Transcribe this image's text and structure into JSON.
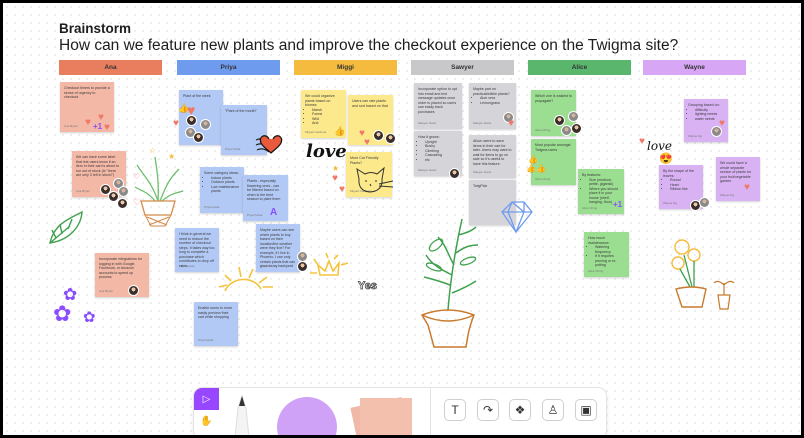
{
  "board": {
    "title": "Brainstorm",
    "question": "How can we feature new plants and improve the checkout experience on the Twigma site?"
  },
  "columns": [
    {
      "name": "Ana",
      "color": "#e87e5e"
    },
    {
      "name": "Priya",
      "color": "#6f9bef"
    },
    {
      "name": "Miggi",
      "color": "#f5bb3e"
    },
    {
      "name": "Sawyer",
      "color": "#c8c8cb"
    },
    {
      "name": "Alice",
      "color": "#5ab66d"
    },
    {
      "name": "Wayne",
      "color": "#d7a6f5"
    }
  ],
  "stickies": {
    "ana": [
      {
        "text": "Checkout timers to provide a sense of urgency to checkout",
        "author": "Ana Bryan"
      },
      {
        "text": "We can have some label that lets users know if an item in their cart is about to run out of stock (ie \"there are only 3 left in stock!\")",
        "author": "Ana Bryan"
      },
      {
        "text": "Incorporate integrations for logging in with Google, Facebook, or Amazon accounts to speed up process",
        "author": "Ana Bryan"
      }
    ],
    "priya": [
      {
        "text": "Plant of the week",
        "author": ""
      },
      {
        "text": "\"Plant of the month\"",
        "author": "Priya Kotak"
      },
      {
        "text": "Some category ideas:",
        "list": [
          "Indoor plants",
          "Outdoor plants",
          "Low maintenance plants"
        ],
        "author": "Priya Kotak"
      },
      {
        "text": "Plants - especially flowering ones - can be filtered based on when is the best season to plant them",
        "author": "Priya Kotak"
      },
      {
        "text": "I think in general we need to reduce the number of checkout steps. It takes way too long to complete a purchase which contributes to drop off rates.",
        "author": "Priya Kotak"
      },
      {
        "text": "Maybe users can see which plants to buy based on their location/the weather were they live? For example, if I live in Phoenix, I can only certain plants that can grow in my backyard",
        "author": "Priya Kotak"
      },
      {
        "text": "Enable users to more easily preview their cart while shopping",
        "author": "Priya Kotak"
      }
    ],
    "miggi": [
      {
        "text": "We could organize plants based on biomes",
        "list": [
          "Marsh",
          "Forest",
          "Wild",
          "Arid"
        ],
        "author": "Miguel Cardona"
      },
      {
        "text": "Users can rate plants and sort based on that",
        "author": ""
      },
      {
        "text": "More Cat Friendly Plants?",
        "author": "Miguel Cardona"
      }
    ],
    "sawyer": [
      {
        "text": "Incorporate option to opt into email and text message updates once order is placed so users can easily track purchases",
        "author": "Sawyer Hood"
      },
      {
        "text": "Maybe part on practical/edible plants?",
        "list": [
          "Aloe vera",
          "Lemongrass"
        ],
        "author": "Sawyer Hood"
      },
      {
        "text": "How it grows:",
        "list": [
          "Upright",
          "Bushy",
          "Climbing",
          "Cascading",
          "etc"
        ],
        "author": "Sawyer Hood"
      },
      {
        "text": "Allow users to save items in their cart for later. Users may want to wait for items to go on sale so it's useful to have this feature.",
        "author": "Sawyer Hood"
      },
      {
        "text": "TwigPick",
        "author": ""
      }
    ],
    "alice": [
      {
        "text": "Which one is easiest to propagate?",
        "author": "Alice Ching"
      },
      {
        "text": "Most popular amongst Twigma users",
        "author": "Alice Ching"
      },
      {
        "text": "By features:",
        "list": [
          "Size (medium, petite, gigantic)",
          "Where you should place it in your house (shelf, hanging, floor)"
        ],
        "author": "Alice Ching"
      },
      {
        "text": "How much maintenance:",
        "list": [
          "Watering frequency",
          "If it requires pruning or re-potting"
        ],
        "author": "Alice Ching"
      }
    ],
    "wayne": [
      {
        "text": "Grouping based on:",
        "list": [
          "difficulty",
          "lighting needs",
          "water needs"
        ],
        "author": "Wayne Ng"
      },
      {
        "text": "By the shape of the leaves:",
        "list": [
          "Round",
          "Heart",
          "Ribbon like"
        ],
        "author": "Wayne Ng"
      },
      {
        "text": "We could have a whole separate section of plants for your fruit/vegetable garden",
        "author": "Wayne Ng"
      }
    ]
  },
  "stickers": {
    "plus_one": "+1",
    "love": "love",
    "yes": "Yes"
  },
  "toolbar": {
    "modes": [
      {
        "name": "move",
        "icon": "▷",
        "active": true
      },
      {
        "name": "hand",
        "icon": "✋",
        "active": false
      }
    ],
    "tools": [
      {
        "name": "marker",
        "icon": "pencil"
      },
      {
        "name": "shape",
        "icon": "circle"
      },
      {
        "name": "sticky-note",
        "icon": "sticky"
      }
    ],
    "buttons": [
      {
        "name": "text",
        "icon": "T"
      },
      {
        "name": "connector",
        "icon": "↷"
      },
      {
        "name": "component",
        "icon": "❖"
      },
      {
        "name": "stamp",
        "icon": "♙"
      },
      {
        "name": "image",
        "icon": "▣"
      }
    ]
  },
  "colors": {
    "accent": "#9747ff",
    "canvas": "#ffffff"
  }
}
